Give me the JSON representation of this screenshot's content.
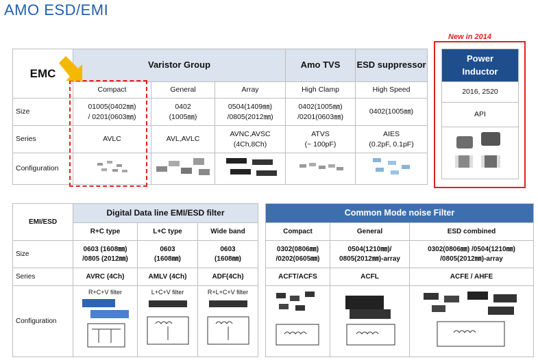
{
  "page_title": "AMO ESD/EMI",
  "emc": {
    "corner": "EMC",
    "groups": [
      "Varistor  Group",
      "Amo TVS",
      "ESD suppressor"
    ],
    "subcats": [
      "Compact",
      "General",
      "Array",
      "High Clamp",
      "High Speed"
    ],
    "rows": {
      "size_label": "Size",
      "series_label": "Series",
      "config_label": "Configuration",
      "size": [
        [
          "01005(0402㎜)",
          "/ 0201(0603㎜)"
        ],
        [
          "0402",
          "(1005㎜)"
        ],
        [
          "0504(1409㎜)",
          "/0805(2012㎜)"
        ],
        [
          "0402(1005㎜)",
          "/0201(0603㎜)"
        ],
        [
          "0402(1005㎜)"
        ]
      ],
      "series": [
        [
          "AVLC"
        ],
        [
          "AVL,AVLC"
        ],
        [
          "AVNC,AVSC",
          "(4Ch,8Ch)"
        ],
        [
          "ATVS",
          "(~ 100pF)"
        ],
        [
          "AIES",
          "(0.2pF, 0.1pF)"
        ]
      ]
    }
  },
  "power": {
    "new_tag": "New in 2014",
    "header_line1": "Power",
    "header_line2": "Inductor",
    "size": "2016, 2520",
    "series": "API"
  },
  "emi": {
    "corner": "EMI/ESD",
    "group": "Digital Data line EMI/ESD  filter",
    "subcats": [
      "R+C type",
      "L+C type",
      "Wide band"
    ],
    "size_label": "Size",
    "series_label": "Series",
    "config_label": "Configuration",
    "size": [
      [
        "0603 (1608㎜)",
        "/0805 (2012㎜)"
      ],
      [
        "0603",
        "(1608㎜)"
      ],
      [
        "0603",
        "(1608㎜)"
      ]
    ],
    "series": [
      "AVRC (4Ch)",
      "AMLV (4Ch)",
      "ADF(4Ch)"
    ],
    "config_labels": [
      "R+C+V filter",
      "L+C+V filter",
      "R+L+C+V filter"
    ]
  },
  "cmf": {
    "group": "Common Mode noise Filter",
    "subcats": [
      "Compact",
      "General",
      "ESD combined"
    ],
    "size": [
      [
        "0302(0806㎜)",
        "/0202(0605㎜)"
      ],
      [
        "0504(1210㎜)/",
        "0805(2012㎜)-array"
      ],
      [
        "0302(0806㎜) /0504(1210㎜)",
        "/0805(2012㎜)-array"
      ]
    ],
    "series": [
      "ACFT/ACFS",
      "ACFL",
      "ACFE / AHFE"
    ]
  },
  "colors": {
    "title": "#1f5fb0",
    "header_bg": "#dbe3ef",
    "power_header": "#1f4e8c",
    "cmf_header": "#3d6fae",
    "highlight_red": "#e0221e",
    "arrow": "#f5b800"
  }
}
